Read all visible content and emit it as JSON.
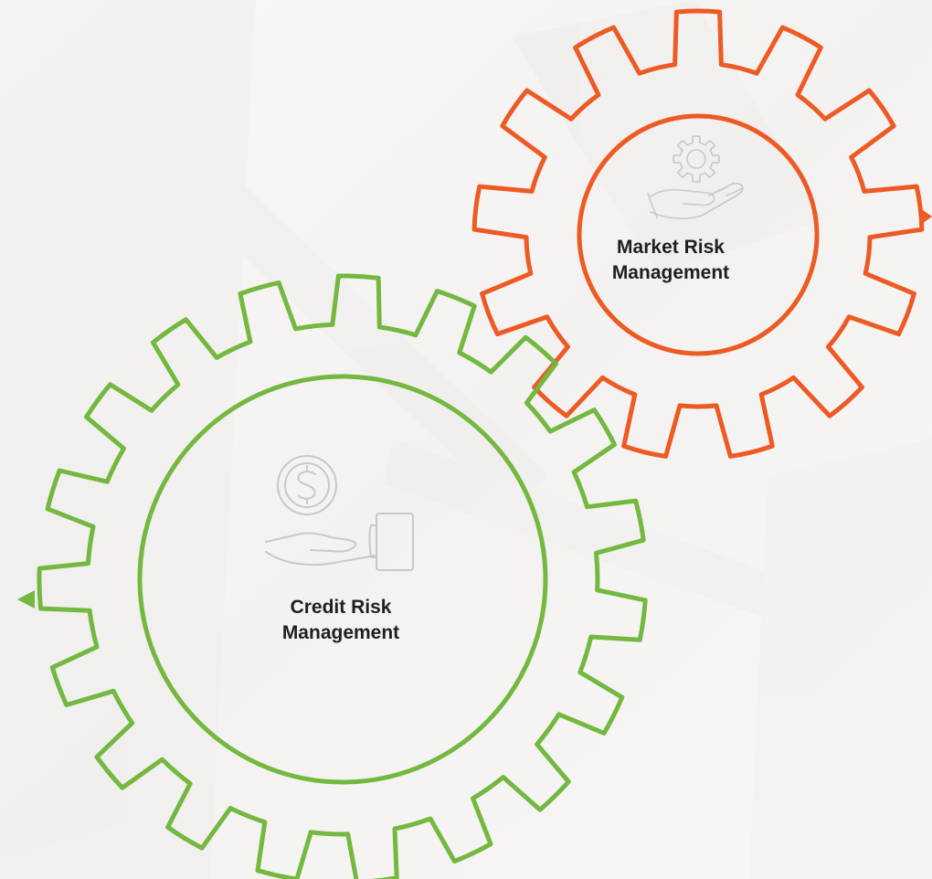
{
  "gears": [
    {
      "id": "market",
      "label_line1": "Market Risk",
      "label_line2": "Management",
      "color": "#ee5a24",
      "icon": "gear-on-hand-icon",
      "arrow": "right-triangle-icon"
    },
    {
      "id": "credit",
      "label_line1": "Credit Risk",
      "label_line2": "Management",
      "color": "#73b83f",
      "icon": "dollar-coin-hand-icon",
      "arrow": "left-triangle-icon"
    }
  ],
  "colors": {
    "background": "#f7f6f5",
    "market_gear": "#ee5a24",
    "credit_gear": "#73b83f",
    "icon_stroke": "#c8c8c8",
    "text": "#1f1f1f"
  }
}
